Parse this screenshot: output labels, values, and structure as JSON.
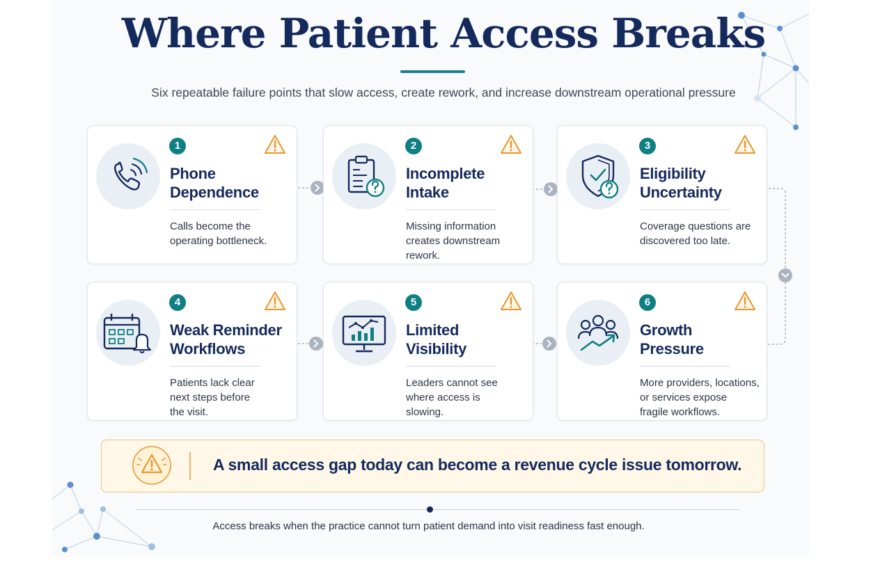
{
  "title": "Where Patient Access Breaks",
  "subtitle": "Six repeatable failure points that slow access, create rework, and increase downstream operational pressure",
  "colors": {
    "navy": "#152a5c",
    "teal": "#0e7f82",
    "warning": "#e8962e",
    "banner_bg": "#fff7e8"
  },
  "cards": [
    {
      "number": "1",
      "icon": "phone-icon",
      "title_line1": "Phone",
      "title_line2": "Dependence",
      "desc_lines": [
        "Calls become the",
        "operating bottleneck.",
        ""
      ]
    },
    {
      "number": "2",
      "icon": "clipboard-question-icon",
      "title_line1": "Incomplete",
      "title_line2": "Intake",
      "desc_lines": [
        "Missing information",
        "creates downstream",
        "rework."
      ]
    },
    {
      "number": "3",
      "icon": "shield-question-icon",
      "title_line1": "Eligibility",
      "title_line2": "Uncertainty",
      "desc_lines": [
        "Coverage questions are",
        "discovered too late.",
        ""
      ]
    },
    {
      "number": "4",
      "icon": "calendar-bell-icon",
      "title_line1": "Weak Reminder",
      "title_line2": "Workflows",
      "desc_lines": [
        "Patients lack clear",
        "next steps before",
        "the visit."
      ]
    },
    {
      "number": "5",
      "icon": "monitor-chart-icon",
      "title_line1": "Limited",
      "title_line2": "Visibility",
      "desc_lines": [
        "Leaders cannot see",
        "where access is",
        "slowing."
      ]
    },
    {
      "number": "6",
      "icon": "people-growth-icon",
      "title_line1": "Growth",
      "title_line2": "Pressure",
      "desc_lines": [
        "More providers, locations,",
        "or services expose",
        "fragile workflows."
      ]
    }
  ],
  "banner": {
    "text": "A small access gap today can become a revenue cycle issue tomorrow.",
    "icon": "warning-icon"
  },
  "footer": "Access breaks when the practice cannot turn patient demand into visit readiness fast enough."
}
